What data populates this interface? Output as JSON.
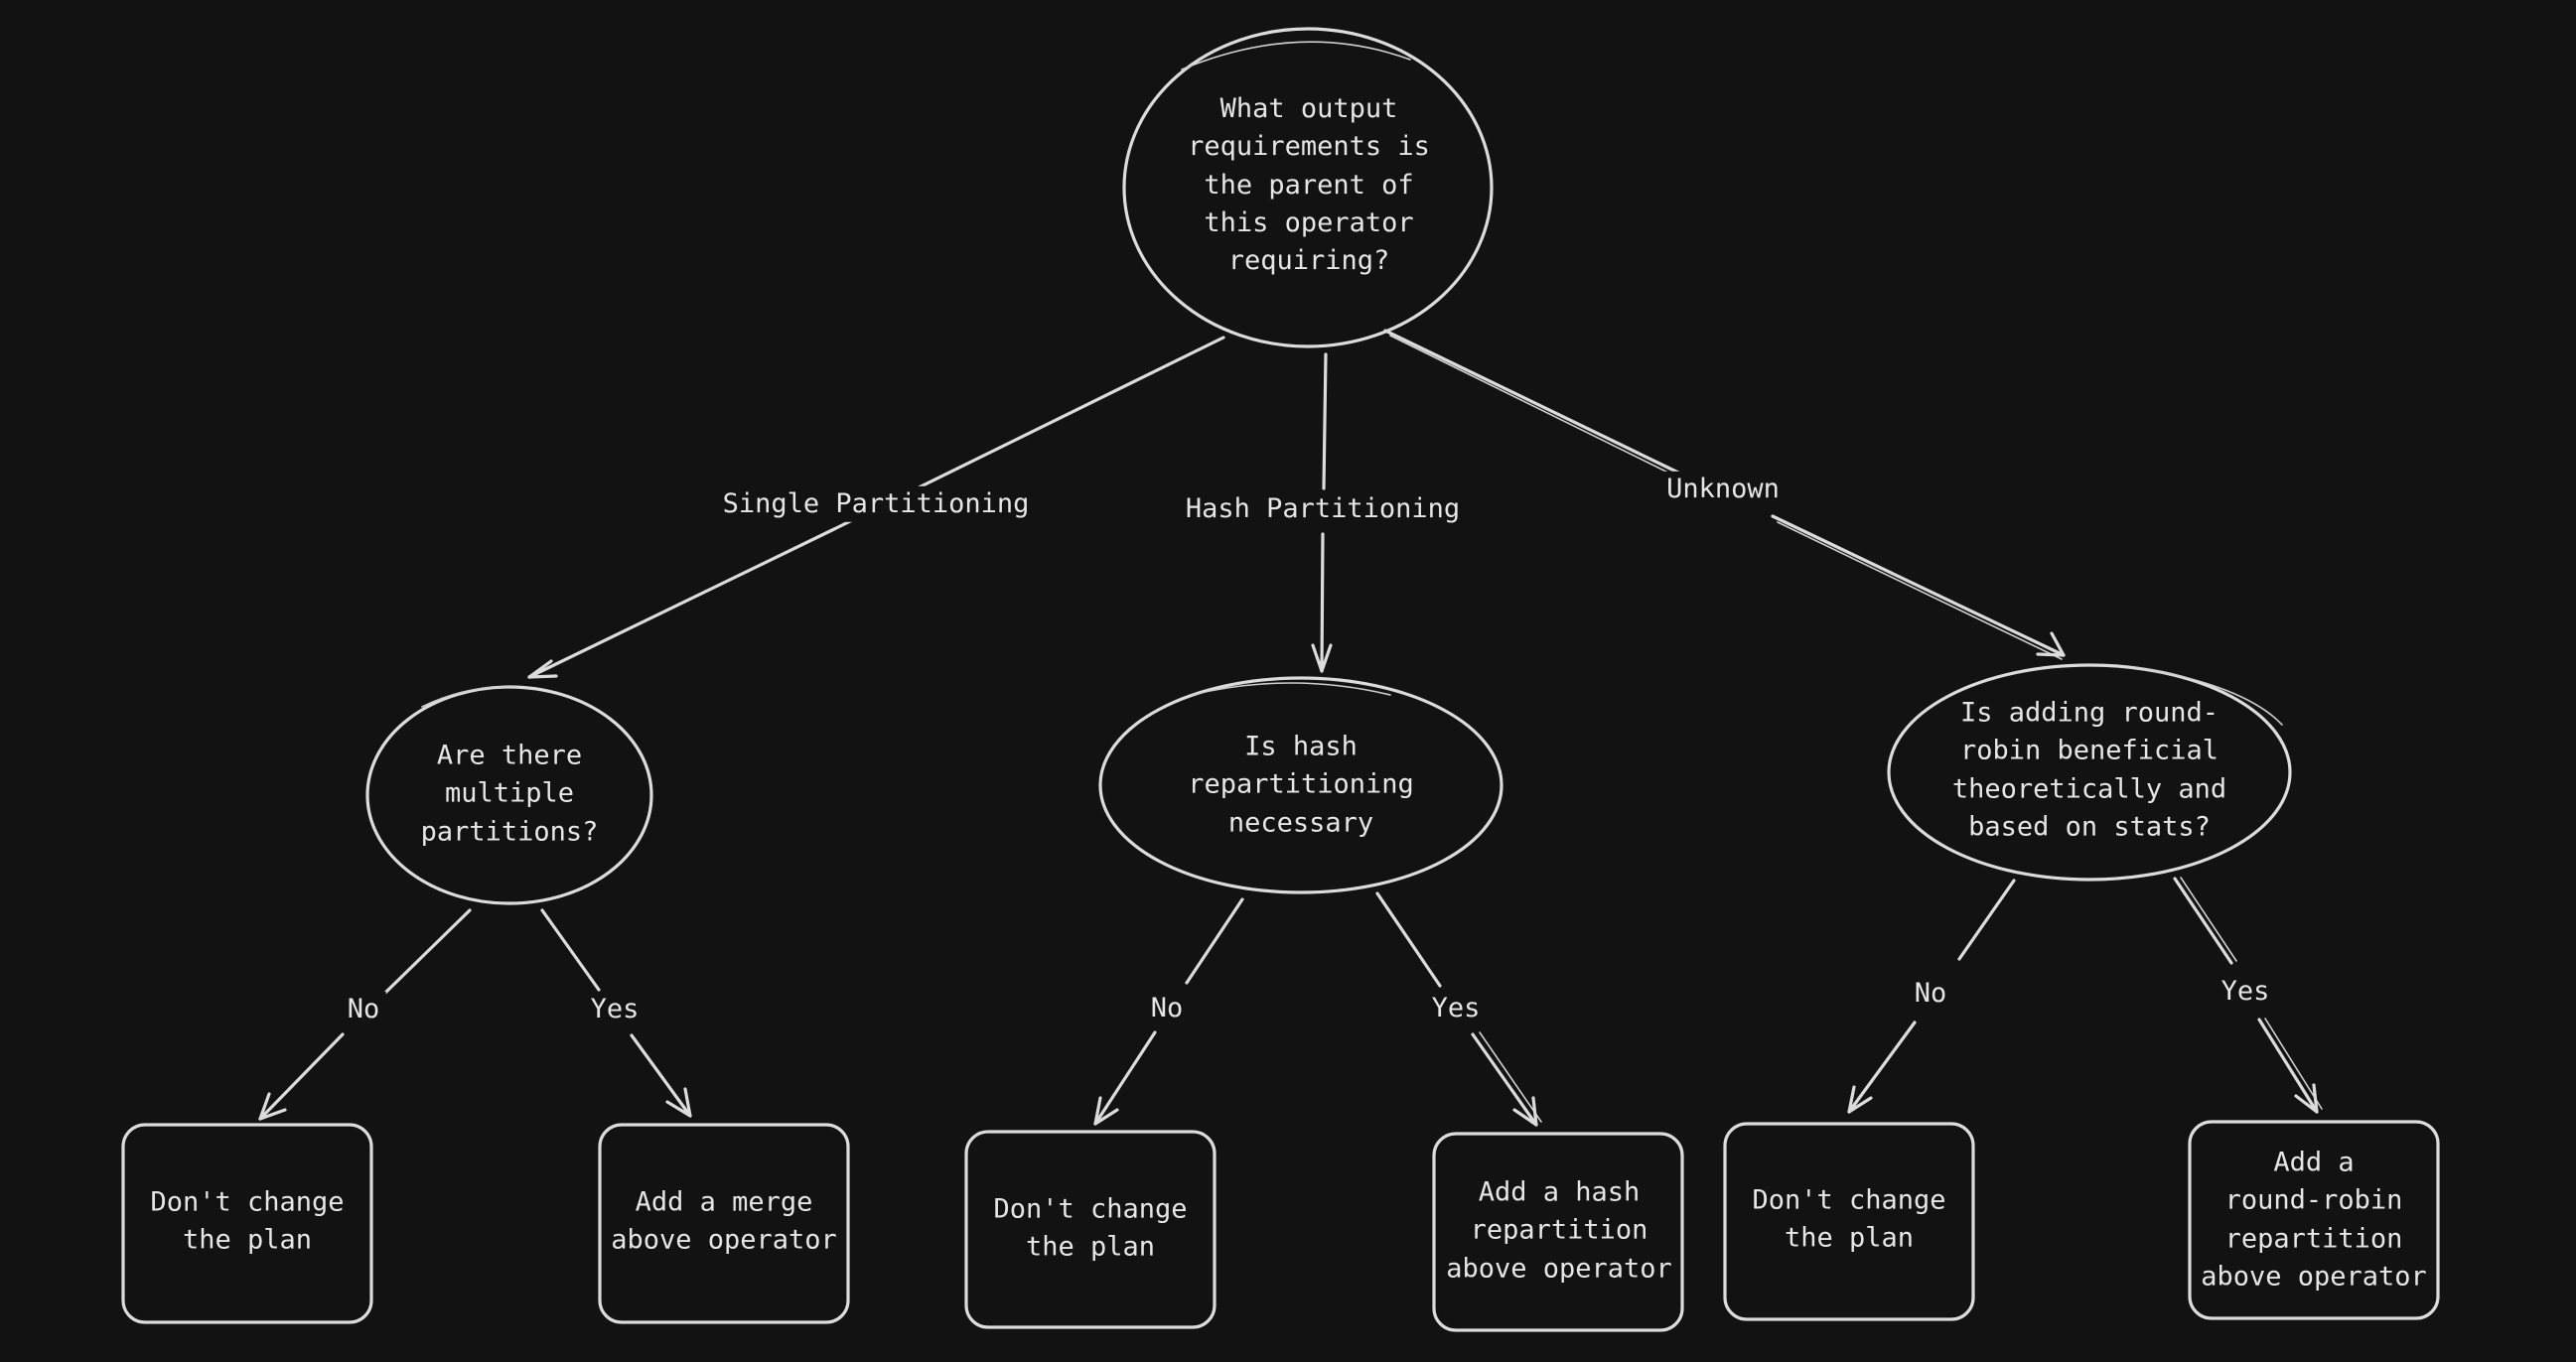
{
  "diagram": {
    "background": "#121212",
    "stroke_color": "#dcdcdc",
    "text_color": "#e6e6e6",
    "nodes": [
      {
        "id": "root",
        "shape": "ellipse",
        "text": "What output\nrequirements is\nthe parent of\nthis operator\nrequiring?"
      },
      {
        "id": "q-single",
        "shape": "ellipse",
        "text": "Are there\nmultiple\npartitions?"
      },
      {
        "id": "q-hash",
        "shape": "ellipse",
        "text": "Is hash\nrepartitioning\nnecessary"
      },
      {
        "id": "q-unknown",
        "shape": "ellipse",
        "text": "Is adding round-\nrobin beneficial\ntheoretically and\nbased on stats?"
      },
      {
        "id": "a-single-no",
        "shape": "rounded-rect",
        "text": "Don't change\nthe plan"
      },
      {
        "id": "a-single-yes",
        "shape": "rounded-rect",
        "text": "Add a merge\nabove operator"
      },
      {
        "id": "a-hash-no",
        "shape": "rounded-rect",
        "text": "Don't change\nthe plan"
      },
      {
        "id": "a-hash-yes",
        "shape": "rounded-rect",
        "text": "Add a hash\nrepartition\nabove operator"
      },
      {
        "id": "a-unknown-no",
        "shape": "rounded-rect",
        "text": "Don't change\nthe plan"
      },
      {
        "id": "a-unknown-yes",
        "shape": "rounded-rect",
        "text": "Add a\nround-robin\nrepartition\nabove operator"
      }
    ],
    "edges": [
      {
        "from": "root",
        "to": "q-single",
        "label": "Single Partitioning"
      },
      {
        "from": "root",
        "to": "q-hash",
        "label": "Hash Partitioning"
      },
      {
        "from": "root",
        "to": "q-unknown",
        "label": "Unknown"
      },
      {
        "from": "q-single",
        "to": "a-single-no",
        "label": "No"
      },
      {
        "from": "q-single",
        "to": "a-single-yes",
        "label": "Yes"
      },
      {
        "from": "q-hash",
        "to": "a-hash-no",
        "label": "No"
      },
      {
        "from": "q-hash",
        "to": "a-hash-yes",
        "label": "Yes"
      },
      {
        "from": "q-unknown",
        "to": "a-unknown-no",
        "label": "No"
      },
      {
        "from": "q-unknown",
        "to": "a-unknown-yes",
        "label": "Yes"
      }
    ]
  }
}
